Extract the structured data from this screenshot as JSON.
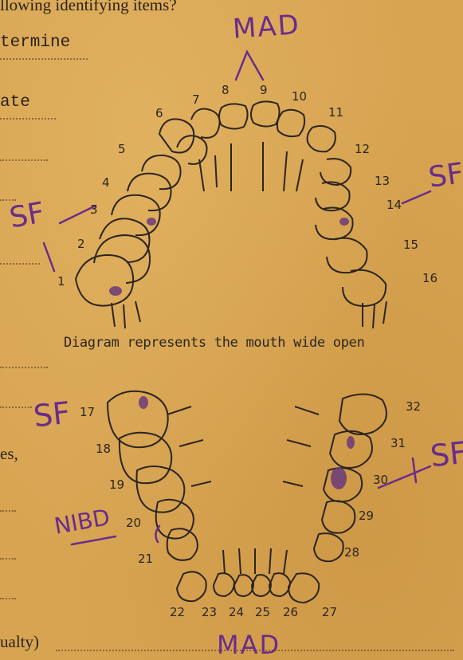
{
  "form_fragments": {
    "line1": "llowing identifying items?",
    "line2": "termine",
    "line3": "ate",
    "line4": "es,",
    "line5": "ualty)"
  },
  "diagram": {
    "caption": "Diagram represents the mouth wide open",
    "upper_numbers": [
      "1",
      "2",
      "3",
      "4",
      "5",
      "6",
      "7",
      "8",
      "9",
      "10",
      "11",
      "12",
      "13",
      "14",
      "15",
      "16"
    ],
    "lower_numbers": [
      "17",
      "18",
      "19",
      "20",
      "21",
      "22",
      "23",
      "24",
      "25",
      "26",
      "27",
      "28",
      "29",
      "30",
      "31",
      "32"
    ]
  },
  "annotations": {
    "top_mad": "MAD",
    "bottom_mad": "MAD",
    "sf_upper_left": "SF",
    "sf_upper_right": "SF",
    "sf_lower_left": "SF",
    "sf_lower_right": "SF",
    "nibd": "NIBD"
  },
  "colors": {
    "paper": "#d7a452",
    "ink": "#2b2520",
    "annotation_ink": "#6a2c8a"
  }
}
